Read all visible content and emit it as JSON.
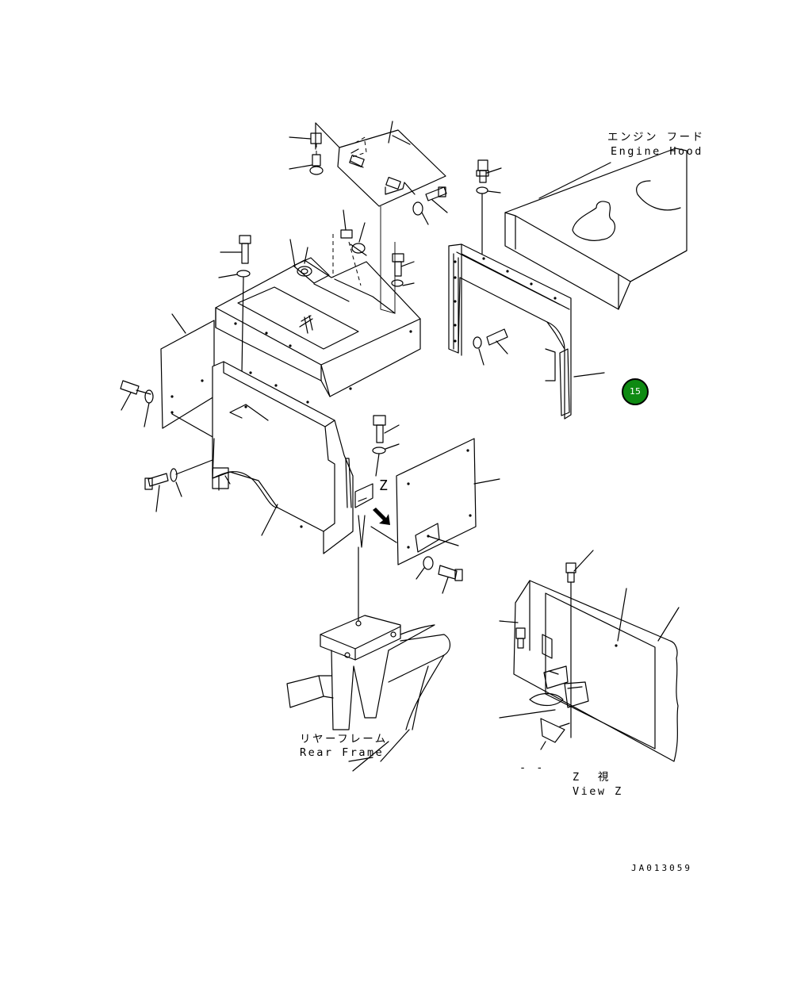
{
  "labels": {
    "engine_hood_jp": "エンジン フード",
    "engine_hood_en": "Engine Hood",
    "rear_frame_jp": "リヤーフレーム",
    "rear_frame_en": "Rear Frame",
    "view_z_jp": "Z  視",
    "view_z_en": "View Z",
    "z_marker": "Z",
    "dash_mark": "- -",
    "drawing_code": "JA013059"
  },
  "callout": {
    "number": "15",
    "color": "#0e8a12"
  }
}
